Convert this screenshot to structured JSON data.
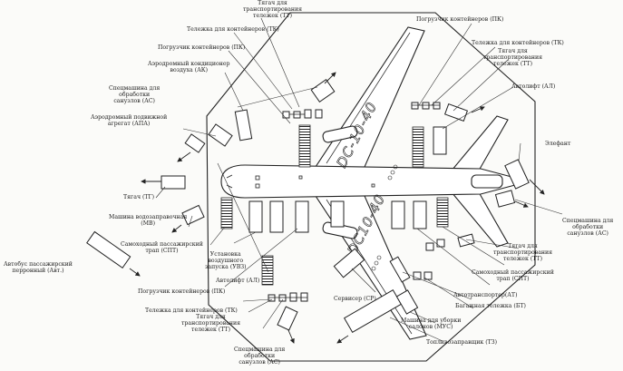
{
  "aircraft": {
    "registration_top": "DC-10-40",
    "registration_bottom": "DC10-40"
  },
  "labels": {
    "tt_top": [
      "Тягач для",
      "транспортирования",
      "тележек (ТТ)"
    ],
    "tk_top": [
      "Тележка для контейнеров (ТК)"
    ],
    "pk_top": [
      "Погрузчик контейнеров (ПК)"
    ],
    "ak": [
      "Аэродромный кондиционер",
      "воздуха (АК)"
    ],
    "as_top": [
      "Спецмашина для",
      "обработки",
      "санузлов (АС)"
    ],
    "apa": [
      "Аэродромный подвижной",
      "агрегат (АПА)"
    ],
    "tg": [
      "Тягач (ТГ)"
    ],
    "mv": [
      "Машина водозаправочная",
      "(МВ)"
    ],
    "spt_left": [
      "Самоходный пассажирский",
      "трап (СПТ)"
    ],
    "bus": [
      "Автобус пассажирский",
      "перронный (Авт.)"
    ],
    "uvz": [
      "Установка",
      "воздушного",
      "запуска (УВЗ)"
    ],
    "al_bottom": [
      "Автолифт (АЛ)"
    ],
    "pk_bottom": [
      "Погрузчик контейнеров (ПК)"
    ],
    "tk_bottom": [
      "Тележка для контейнеров (ТК)"
    ],
    "tt_bottom": [
      "Тягач для",
      "транспортирования",
      "тележек (ТТ)"
    ],
    "as_bottom": [
      "Спецмашина для",
      "обработки",
      "санузлов (АС)"
    ],
    "pk_right": [
      "Погрузчик контейнеров (ПК)"
    ],
    "tk_right": [
      "Тележка для контейнеров (ТК)"
    ],
    "tt_right_top": [
      "Тягач для",
      "транспортирования",
      "тележек (ТТ)"
    ],
    "al_right": [
      "Автолифт (АЛ)"
    ],
    "elefant": [
      "Элефант"
    ],
    "as_right": [
      "Спецмашина для",
      "обработки",
      "санузлов (АС)"
    ],
    "tt_right_bottom": [
      "Тягач для",
      "транспортирования",
      "тележек (ТТ)"
    ],
    "spt_right": [
      "Самоходный пассажирский",
      "трап (СПТ)"
    ],
    "at": [
      "Автотранспортер(АТ)"
    ],
    "bt": [
      "Багажная тележка (БТ)"
    ],
    "sr": [
      "Сервисер (СР)"
    ],
    "mus": [
      "Машина для уборки",
      "салонов (МУС)"
    ],
    "tz": [
      "Топливозаправщик (ТЗ)"
    ]
  }
}
